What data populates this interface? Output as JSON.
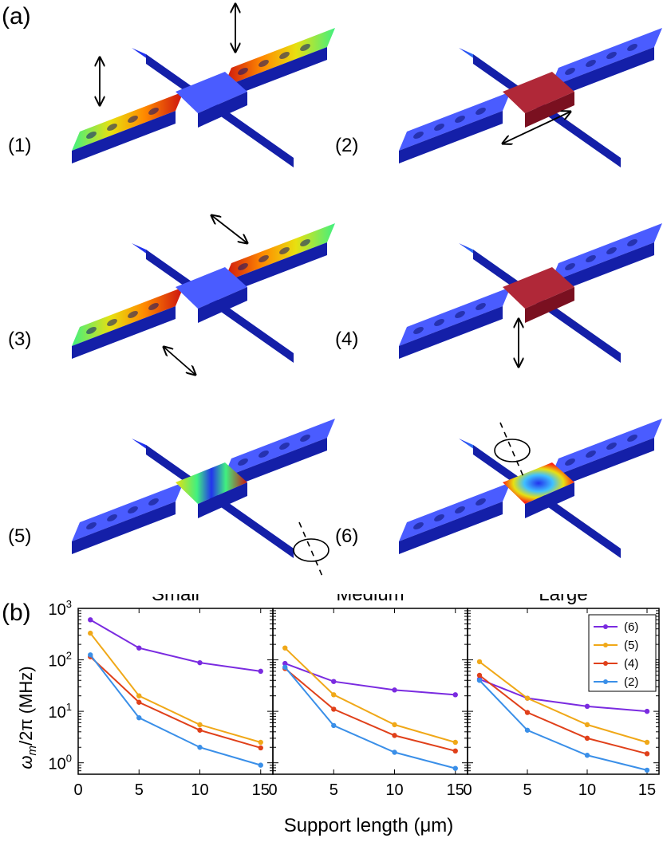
{
  "panel_a": {
    "label": "(a)",
    "modes": [
      {
        "label": "(1)",
        "arrow": "double-arrow-icon",
        "coloring": "arms-bending"
      },
      {
        "label": "(2)",
        "arrow": "double-arrow-icon",
        "coloring": "support-bending"
      },
      {
        "label": "(3)",
        "arrow": "double-arrow-icon",
        "coloring": "arms-bending"
      },
      {
        "label": "(4)",
        "arrow": "double-arrow-icon",
        "coloring": "support-bending"
      },
      {
        "label": "(5)",
        "arrow": "rotation-arrow-icon",
        "coloring": "center-twist"
      },
      {
        "label": "(6)",
        "arrow": "rotation-arrow-icon",
        "coloring": "center-torsion"
      }
    ],
    "colors": {
      "beam": "#2233ee",
      "beam_dark": "#141fa8",
      "hot": "#cc1010",
      "warm": "#ff8a00",
      "mid": "#e8e010",
      "cool": "#40f080"
    }
  },
  "panel_b": {
    "label": "(b)",
    "xlabel": "Support length (μm)",
    "ylabel": "ωm/2π (MHz)",
    "ylabel_parts": {
      "main": "ω",
      "sub": "m",
      "rest": "/2π (MHz)"
    }
  },
  "chart_data": [
    {
      "type": "line",
      "title": "Small",
      "yscale": "log",
      "xlim": [
        0,
        16
      ],
      "ylim": [
        0.6,
        1000
      ],
      "xticks": [
        0,
        5,
        10,
        15
      ],
      "yticks_labels": [
        "10^0",
        "10^1",
        "10^2",
        "10^3"
      ],
      "legend": "none",
      "x": [
        1,
        5,
        10,
        15
      ],
      "series": [
        {
          "name": "(6)",
          "color": "#7a2be0",
          "values": [
            600,
            170,
            88,
            60
          ]
        },
        {
          "name": "(5)",
          "color": "#f0a818",
          "values": [
            330,
            20,
            5.5,
            2.5
          ]
        },
        {
          "name": "(4)",
          "color": "#e0401a",
          "values": [
            115,
            15,
            4.3,
            1.95
          ]
        },
        {
          "name": "(2)",
          "color": "#3a8fe8",
          "values": [
            125,
            7.5,
            2.0,
            0.9
          ]
        }
      ]
    },
    {
      "type": "line",
      "title": "Medium",
      "yscale": "log",
      "xlim": [
        0,
        16
      ],
      "ylim": [
        0.6,
        1000
      ],
      "xticks": [
        0,
        5,
        10,
        15
      ],
      "legend": "none",
      "x": [
        1,
        5,
        10,
        15
      ],
      "series": [
        {
          "name": "(6)",
          "color": "#7a2be0",
          "values": [
            85,
            38,
            26,
            21
          ]
        },
        {
          "name": "(5)",
          "color": "#f0a818",
          "values": [
            170,
            21,
            5.5,
            2.5
          ]
        },
        {
          "name": "(4)",
          "color": "#e0401a",
          "values": [
            68,
            11,
            3.4,
            1.7
          ]
        },
        {
          "name": "(2)",
          "color": "#3a8fe8",
          "values": [
            72,
            5.3,
            1.6,
            0.78
          ]
        }
      ]
    },
    {
      "type": "line",
      "title": "Large",
      "yscale": "log",
      "xlim": [
        0,
        16
      ],
      "ylim": [
        0.6,
        1000
      ],
      "xticks": [
        0,
        5,
        10,
        15
      ],
      "legend": "top-right",
      "x": [
        1,
        5,
        10,
        15
      ],
      "series": [
        {
          "name": "(6)",
          "color": "#7a2be0",
          "values": [
            42,
            18,
            12.5,
            10
          ]
        },
        {
          "name": "(5)",
          "color": "#f0a818",
          "values": [
            92,
            18,
            5.5,
            2.5
          ]
        },
        {
          "name": "(4)",
          "color": "#e0401a",
          "values": [
            50,
            9.5,
            3.0,
            1.5
          ]
        },
        {
          "name": "(2)",
          "color": "#3a8fe8",
          "values": [
            40,
            4.3,
            1.4,
            0.72
          ]
        }
      ]
    }
  ]
}
